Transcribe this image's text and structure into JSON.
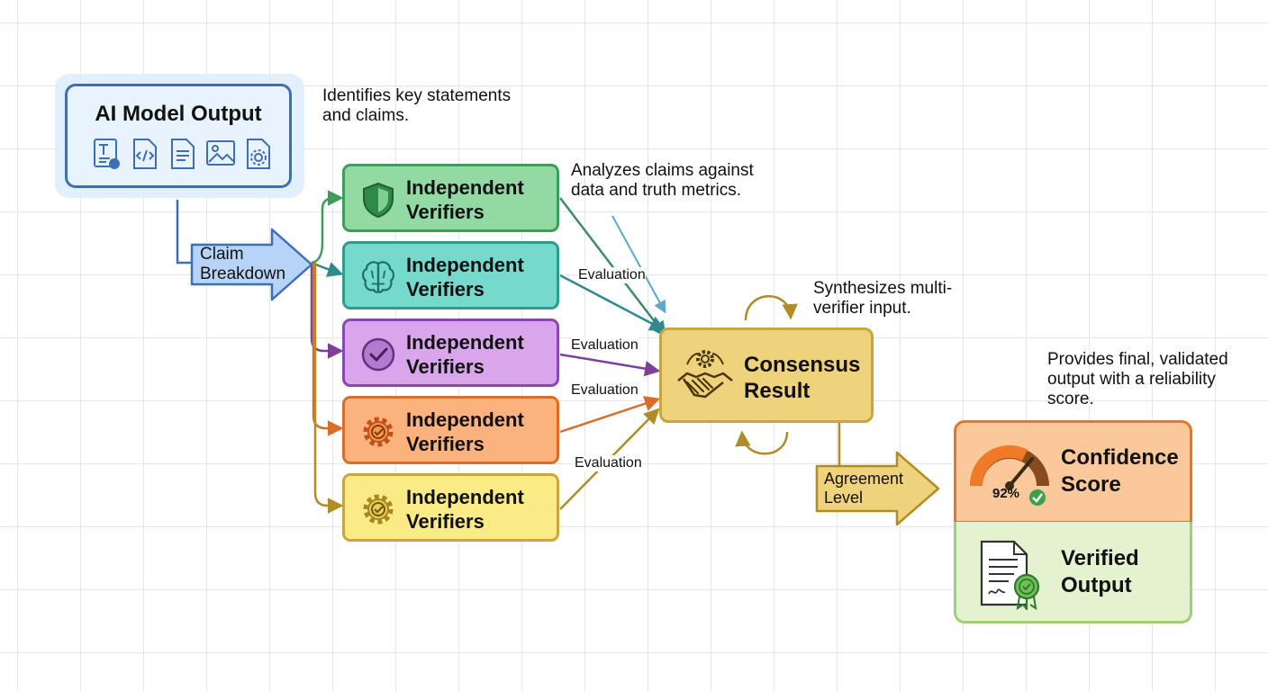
{
  "source_box": {
    "title": "AI Model Output",
    "icons": [
      "text-document-icon",
      "code-file-icon",
      "text-file-icon",
      "image-file-icon",
      "settings-file-icon"
    ]
  },
  "notes": {
    "identify": "Identifies key statements\nand claims.",
    "analyze": "Analyzes claims against\ndata and truth metrics.",
    "synthesize": "Synthesizes multi-\nverifier input.",
    "provide": "Provides final, validated\noutput with a reliability\nscore."
  },
  "claim_arrow": {
    "label": "Claim\nBreakdown",
    "color": "#b7d3f6"
  },
  "verifiers": [
    {
      "label": "Independent\nVerifiers",
      "icon": "shield-icon",
      "fill": "#92d9a4",
      "border": "#3f9c5a"
    },
    {
      "label": "Independent\nVerifiers",
      "icon": "brain-icon",
      "fill": "#75d9cc",
      "border": "#2f9a8e"
    },
    {
      "label": "Independent\nVerifiers",
      "icon": "check-circle-icon",
      "fill": "#d9a6ec",
      "border": "#8a48a8"
    },
    {
      "label": "Independent\nVerifiers",
      "icon": "gear-check-icon",
      "fill": "#fbb27d",
      "border": "#d86e2a"
    },
    {
      "label": "Independent\nVerifiers",
      "icon": "gear-check-icon",
      "fill": "#fbeb86",
      "border": "#c9a43f"
    }
  ],
  "evaluation_labels": [
    "Evaluation",
    "Evaluation",
    "Evaluation",
    "Evaluation"
  ],
  "consensus": {
    "label": "Consensus\nResult",
    "icon": "handshake-gears-icon"
  },
  "agreement_arrow": {
    "label": "Agreement\nLevel",
    "color": "#efd27c"
  },
  "confidence": {
    "label": "Confidence\nScore",
    "value": "92%",
    "icon": "gauge-icon",
    "level": 0.92
  },
  "verified_output": {
    "label": "Verified\nOutput",
    "icon": "certificate-document-icon"
  }
}
